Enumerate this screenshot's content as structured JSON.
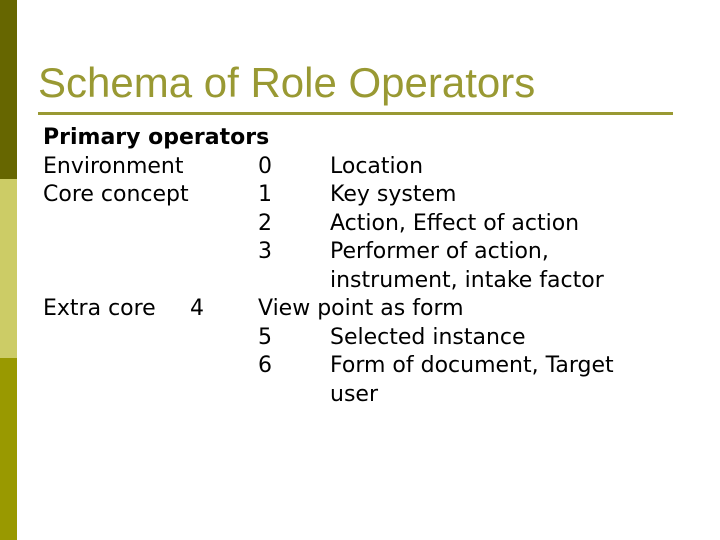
{
  "slide": {
    "title": "Schema of Role Operators",
    "body": {
      "lines": [
        {
          "col1": "Primary operators"
        },
        {
          "col1": "Environment",
          "num": "0",
          "desc": "Location"
        },
        {
          "col1": "Core concept",
          "num": "1",
          "desc": "Key system"
        },
        {
          "num": "2",
          "desc": "Action, Effect of action"
        },
        {
          "num": "3",
          "desc": "Performer of action,"
        },
        {
          "desc": "instrument, intake factor"
        },
        {
          "col1": "Extra core",
          "col1_num": "4",
          "num": "View point as form"
        },
        {
          "num": "5",
          "desc": "Selected instance"
        },
        {
          "num": "6",
          "desc": "Form of document, Target"
        },
        {
          "desc": "user"
        }
      ]
    },
    "colors": {
      "background": "#FFFFFF",
      "title_text": "#999933",
      "title_rule": "#999933",
      "sidebar_top": "#666600",
      "sidebar_middle": "#CCCC66",
      "sidebar_bottom": "#999900",
      "body_text": "#000000"
    }
  }
}
